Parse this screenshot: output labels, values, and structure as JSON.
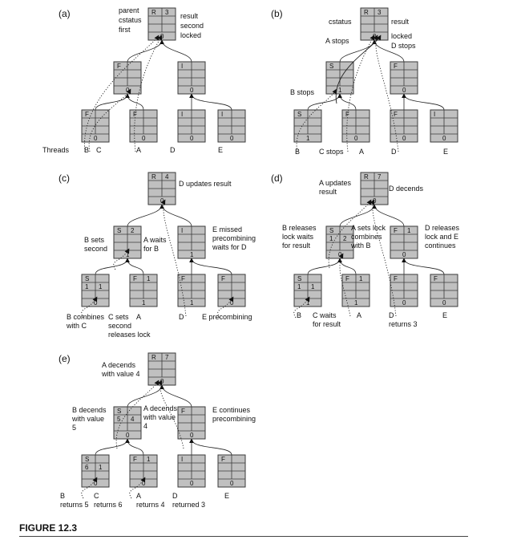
{
  "colors": {
    "node_fill": "#c0c0c0",
    "node_stroke": "#3a3a3a",
    "line": "#222222",
    "text": "#111111"
  },
  "icon_names": [
    "arrowhead-icon"
  ],
  "panels": [
    {
      "id": "a",
      "label": "(a)",
      "nodes": [
        {
          "id": "root",
          "status": "R",
          "value": "3",
          "bottom": "0"
        },
        {
          "id": "l",
          "status": "F",
          "value": "",
          "bottom": "0"
        },
        {
          "id": "r",
          "status": "I",
          "value": "",
          "bottom": "0"
        },
        {
          "id": "ll",
          "status": "F",
          "value": "",
          "bottom": "0"
        },
        {
          "id": "lr",
          "status": "F",
          "value": "",
          "bottom": "0"
        },
        {
          "id": "rl",
          "status": "I",
          "value": "",
          "bottom": "0"
        },
        {
          "id": "rr",
          "status": "I",
          "value": "",
          "bottom": "0"
        }
      ],
      "labels": [
        {
          "id": "parent",
          "lines": [
            "parent"
          ]
        },
        {
          "id": "cstatus",
          "lines": [
            "cstatus"
          ]
        },
        {
          "id": "first",
          "lines": [
            "first"
          ]
        },
        {
          "id": "result",
          "lines": [
            "result"
          ]
        },
        {
          "id": "second",
          "lines": [
            "second"
          ]
        },
        {
          "id": "locked",
          "lines": [
            "locked"
          ]
        },
        {
          "id": "threads",
          "lines": [
            "Threads"
          ]
        },
        {
          "id": "b",
          "lines": [
            "B"
          ]
        },
        {
          "id": "c",
          "lines": [
            "C"
          ]
        },
        {
          "id": "a",
          "lines": [
            "A"
          ]
        },
        {
          "id": "d",
          "lines": [
            "D"
          ]
        },
        {
          "id": "e",
          "lines": [
            "E"
          ]
        }
      ]
    },
    {
      "id": "b",
      "label": "(b)",
      "nodes": [
        {
          "id": "root",
          "status": "R",
          "value": "3",
          "bottom": "0"
        },
        {
          "id": "l",
          "status": "S",
          "value": "",
          "bottom": "1"
        },
        {
          "id": "r",
          "status": "F",
          "value": "",
          "bottom": "0"
        },
        {
          "id": "ll",
          "status": "S",
          "value": "",
          "bottom": "1"
        },
        {
          "id": "lr",
          "status": "F",
          "value": "",
          "bottom": "0"
        },
        {
          "id": "rl",
          "status": "F",
          "value": "",
          "bottom": "0"
        },
        {
          "id": "rr",
          "status": "I",
          "value": "",
          "bottom": "0"
        }
      ],
      "labels": [
        {
          "id": "cstatus",
          "lines": [
            "cstatus"
          ]
        },
        {
          "id": "result",
          "lines": [
            "result"
          ]
        },
        {
          "id": "astops",
          "lines": [
            "A stops"
          ]
        },
        {
          "id": "locked",
          "lines": [
            "locked"
          ]
        },
        {
          "id": "dstops",
          "lines": [
            "D stops"
          ]
        },
        {
          "id": "bstops",
          "lines": [
            "B stops"
          ]
        },
        {
          "id": "b",
          "lines": [
            "B"
          ]
        },
        {
          "id": "cstops",
          "lines": [
            "C stops"
          ]
        },
        {
          "id": "a",
          "lines": [
            "A"
          ]
        },
        {
          "id": "d",
          "lines": [
            "D"
          ]
        },
        {
          "id": "e",
          "lines": [
            "E"
          ]
        }
      ]
    },
    {
      "id": "c",
      "label": "(c)",
      "nodes": [
        {
          "id": "root",
          "status": "R",
          "value": "4",
          "bottom": "0"
        },
        {
          "id": "l",
          "status": "S",
          "value": "2",
          "bottom": "1"
        },
        {
          "id": "r",
          "status": "I",
          "value": "",
          "bottom": "1"
        },
        {
          "id": "ll",
          "status": "S",
          "value": "1",
          "value2": "1",
          "bottom": "0"
        },
        {
          "id": "lr",
          "status": "F",
          "value": "1",
          "bottom": "1"
        },
        {
          "id": "rl",
          "status": "F",
          "value": "",
          "bottom": "1"
        },
        {
          "id": "rr",
          "status": "F",
          "value": "",
          "bottom": "0"
        }
      ],
      "labels": [
        {
          "id": "dupdates",
          "lines": [
            "D updates result"
          ]
        },
        {
          "id": "bsets",
          "lines": [
            "B sets",
            "second"
          ]
        },
        {
          "id": "awaits",
          "lines": [
            "A waits",
            "for B"
          ]
        },
        {
          "id": "emissed",
          "lines": [
            "E missed",
            "precombining",
            "waits for D"
          ]
        },
        {
          "id": "bcombines",
          "lines": [
            "B combines",
            "with C"
          ]
        },
        {
          "id": "csets",
          "lines": [
            "C sets",
            "second",
            "releases lock"
          ]
        },
        {
          "id": "a",
          "lines": [
            "A"
          ]
        },
        {
          "id": "d",
          "lines": [
            "D"
          ]
        },
        {
          "id": "epre",
          "lines": [
            "E precombining"
          ]
        }
      ]
    },
    {
      "id": "d",
      "label": "(d)",
      "nodes": [
        {
          "id": "root",
          "status": "R",
          "value": "7",
          "bottom": "0"
        },
        {
          "id": "l",
          "status": "S",
          "value": "1",
          "value2": "2",
          "bottom": "0"
        },
        {
          "id": "r",
          "status": "F",
          "value": "1",
          "bottom": "0"
        },
        {
          "id": "ll",
          "status": "S",
          "value": "1",
          "value2": "1",
          "bottom": "1"
        },
        {
          "id": "lr",
          "status": "F",
          "value": "1",
          "bottom": "1"
        },
        {
          "id": "rl",
          "status": "F",
          "value": "",
          "bottom": "0"
        },
        {
          "id": "rr",
          "status": "F",
          "value": "",
          "bottom": "0"
        }
      ],
      "labels": [
        {
          "id": "aupdates",
          "lines": [
            "A updates",
            "result"
          ]
        },
        {
          "id": "ddecends",
          "lines": [
            "D decends"
          ]
        },
        {
          "id": "breleases",
          "lines": [
            "B releases",
            "lock waits",
            "for result"
          ]
        },
        {
          "id": "asets",
          "lines": [
            "A sets lock",
            "combines",
            "with B"
          ]
        },
        {
          "id": "dreleases",
          "lines": [
            "D releases",
            "lock and E",
            "continues"
          ]
        },
        {
          "id": "b",
          "lines": [
            "B"
          ]
        },
        {
          "id": "cwaits",
          "lines": [
            "C  waits",
            "for result"
          ]
        },
        {
          "id": "a",
          "lines": [
            "A"
          ]
        },
        {
          "id": "dreturns",
          "lines": [
            "D",
            "returns  3"
          ]
        },
        {
          "id": "e",
          "lines": [
            "E"
          ]
        }
      ]
    },
    {
      "id": "e",
      "label": "(e)",
      "nodes": [
        {
          "id": "root",
          "status": "R",
          "value": "7",
          "bottom": "0"
        },
        {
          "id": "l",
          "status": "S",
          "value": "5",
          "value2": "4",
          "bottom": "0"
        },
        {
          "id": "r",
          "status": "F",
          "value": "",
          "bottom": "0"
        },
        {
          "id": "ll",
          "status": "S",
          "value": "6",
          "value2": "1",
          "bottom": "0"
        },
        {
          "id": "lr",
          "status": "F",
          "value": "1",
          "bottom": "0"
        },
        {
          "id": "rl",
          "status": "I",
          "value": "",
          "bottom": "0"
        },
        {
          "id": "rr",
          "status": "F",
          "value": "",
          "bottom": "0"
        }
      ],
      "labels": [
        {
          "id": "adecends",
          "lines": [
            "A decends",
            "with value 4"
          ]
        },
        {
          "id": "bdecends",
          "lines": [
            "B decends",
            "with value",
            "5"
          ]
        },
        {
          "id": "adecends2",
          "lines": [
            "A decends",
            "with value",
            "4"
          ]
        },
        {
          "id": "econt",
          "lines": [
            "E continues",
            "precombining"
          ]
        },
        {
          "id": "breturns",
          "lines": [
            "B",
            "returns 5"
          ]
        },
        {
          "id": "creturns",
          "lines": [
            "C",
            "returns 6"
          ]
        },
        {
          "id": "areturns",
          "lines": [
            "A",
            "returns 4"
          ]
        },
        {
          "id": "dreturned",
          "lines": [
            "D",
            "returned  3"
          ]
        },
        {
          "id": "e",
          "lines": [
            "E"
          ]
        }
      ]
    }
  ],
  "caption": "FIGURE 12.3"
}
